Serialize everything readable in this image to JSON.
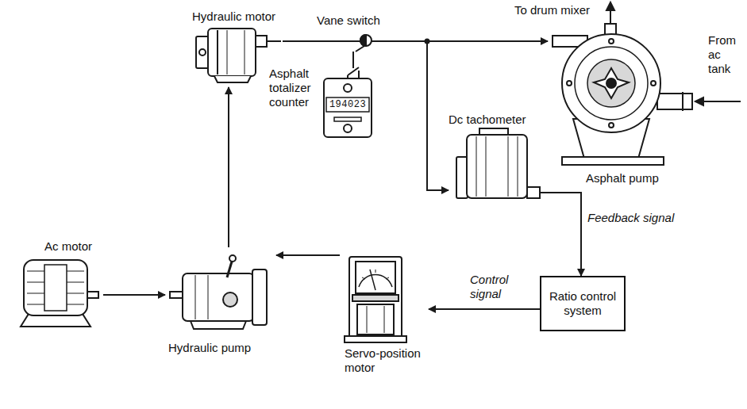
{
  "diagram": {
    "nodes": [
      {
        "text": [
          "Hydraulic motor"
        ]
      },
      {
        "text": [
          "Vane switch"
        ]
      },
      {
        "text": [
          "Asphalt pump"
        ]
      },
      {
        "text": [
          "Asphalt totalizer counter"
        ]
      },
      {
        "text": [
          "Dc tachometer"
        ]
      },
      {
        "text": [
          "Ac motor"
        ]
      },
      {
        "text": [
          "Hydraulic pump"
        ]
      },
      {
        "text": [
          "Servo-position motor"
        ]
      },
      {
        "text": [
          "Ratio control system"
        ]
      }
    ],
    "edges": [
      {
        "from": 5,
        "to": 6,
        "arrow": "to"
      },
      {
        "from": 6,
        "to": 0,
        "arrow": "to"
      },
      {
        "from": 0,
        "to": 1,
        "arrow": "none"
      },
      {
        "from": 1,
        "to": 2,
        "arrow": "to"
      },
      {
        "from": 1,
        "to": 4,
        "arrow": "to"
      },
      {
        "from": 1,
        "to": 3,
        "arrow": "none"
      },
      {
        "from": 4,
        "to": 8,
        "label": "Feedback signal",
        "arrow": "to"
      },
      {
        "from": 8,
        "to": 7,
        "label": "Control signal",
        "arrow": "to"
      },
      {
        "from": 7,
        "to": 6,
        "arrow": "to"
      }
    ],
    "labels": [
      "To drum mixer",
      "From ac tank",
      "194023"
    ]
  }
}
